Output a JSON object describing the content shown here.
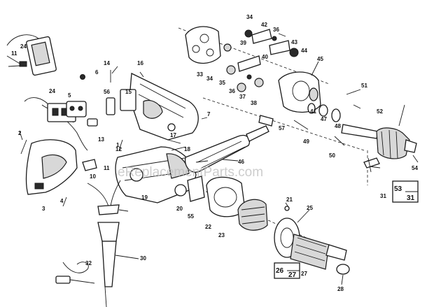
{
  "watermark": "eReplacementParts.com",
  "callouts": [
    {
      "id": "c24a",
      "text": "24"
    },
    {
      "id": "c11a",
      "text": "11"
    },
    {
      "id": "c24b",
      "text": "24"
    },
    {
      "id": "c5",
      "text": "5"
    },
    {
      "id": "c6",
      "text": "6"
    },
    {
      "id": "c14",
      "text": "14"
    },
    {
      "id": "c16",
      "text": "16"
    },
    {
      "id": "c56",
      "text": "56"
    },
    {
      "id": "c15",
      "text": "15"
    },
    {
      "id": "c2",
      "text": "2"
    },
    {
      "id": "c13",
      "text": "13"
    },
    {
      "id": "c12",
      "text": "12"
    },
    {
      "id": "c17",
      "text": "17"
    },
    {
      "id": "c18",
      "text": "18"
    },
    {
      "id": "c1",
      "text": "1"
    },
    {
      "id": "c7",
      "text": "7"
    },
    {
      "id": "c10",
      "text": "10"
    },
    {
      "id": "c11b",
      "text": "11"
    },
    {
      "id": "c3",
      "text": "3"
    },
    {
      "id": "c4",
      "text": "4"
    },
    {
      "id": "c19",
      "text": "19"
    },
    {
      "id": "c20",
      "text": "20"
    },
    {
      "id": "c55",
      "text": "55"
    },
    {
      "id": "c22",
      "text": "22"
    },
    {
      "id": "c23",
      "text": "23"
    },
    {
      "id": "c21",
      "text": "21"
    },
    {
      "id": "c25",
      "text": "25"
    },
    {
      "id": "c27",
      "text": "27"
    },
    {
      "id": "c28",
      "text": "28"
    },
    {
      "id": "c30",
      "text": "30"
    },
    {
      "id": "c32",
      "text": "32"
    },
    {
      "id": "c33",
      "text": "33"
    },
    {
      "id": "c34a",
      "text": "34"
    },
    {
      "id": "c34b",
      "text": "34"
    },
    {
      "id": "c35",
      "text": "35"
    },
    {
      "id": "c36a",
      "text": "36"
    },
    {
      "id": "c37",
      "text": "37"
    },
    {
      "id": "c38",
      "text": "38"
    },
    {
      "id": "c39",
      "text": "39"
    },
    {
      "id": "c40",
      "text": "40"
    },
    {
      "id": "c42",
      "text": "42"
    },
    {
      "id": "c36b",
      "text": "36"
    },
    {
      "id": "c43",
      "text": "43"
    },
    {
      "id": "c44",
      "text": "44"
    },
    {
      "id": "c45",
      "text": "45"
    },
    {
      "id": "c41",
      "text": "41"
    },
    {
      "id": "c47",
      "text": "47"
    },
    {
      "id": "c48",
      "text": "48"
    },
    {
      "id": "c46",
      "text": "46"
    },
    {
      "id": "c57",
      "text": "57"
    },
    {
      "id": "c49",
      "text": "49"
    },
    {
      "id": "c50",
      "text": "50"
    },
    {
      "id": "c51",
      "text": "51"
    },
    {
      "id": "c52",
      "text": "52"
    },
    {
      "id": "c54",
      "text": "54"
    },
    {
      "id": "c31",
      "text": "31"
    }
  ],
  "boxed_labels": [
    {
      "id": "box53",
      "top": "53",
      "bottom": "31"
    },
    {
      "id": "box26",
      "top": "26",
      "bottom": "27"
    }
  ]
}
